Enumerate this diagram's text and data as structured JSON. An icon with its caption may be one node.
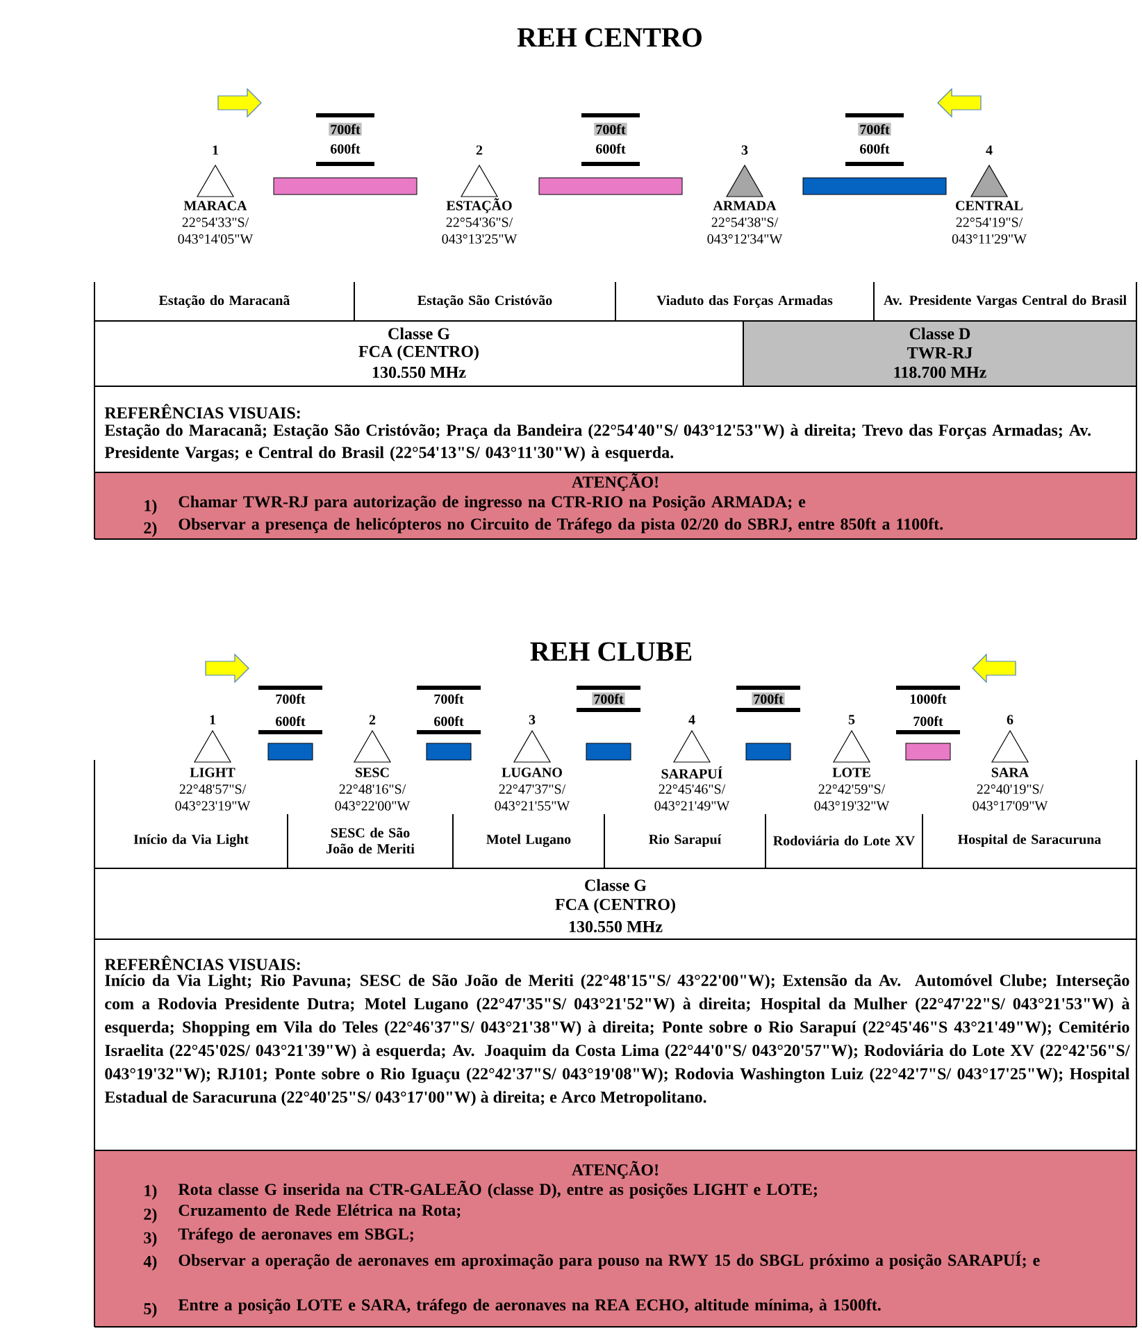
{
  "diagram": {
    "nodes": [
      {
        "text": [
          "1",
          "MARACA",
          "22°54'33\"S/ 043°14'05\"W"
        ]
      },
      {
        "text": [],
        "shape": "bar",
        "beside": [
          "700ft",
          "600ft"
        ]
      },
      {
        "text": [
          "2",
          "ESTAÇÃO",
          "22°54'36\"S/ 043°13'25\"W"
        ]
      },
      {
        "text": [],
        "shape": "bar",
        "beside": [
          "700ft",
          "600ft"
        ]
      },
      {
        "text": [
          "3",
          "ARMADA",
          "22°54'38\"S/ 043°12'34\"W"
        ]
      },
      {
        "text": [],
        "shape": "bar",
        "beside": [
          "700ft",
          "600ft"
        ]
      },
      {
        "text": [
          "4",
          "CENTRAL",
          "22°54'19\"S/ 043°11'29\"W"
        ]
      },
      {
        "text": [
          "1",
          "LIGHT",
          "22°48'57\"S/ 043°23'19\"W"
        ]
      },
      {
        "text": [],
        "shape": "bar",
        "beside": [
          "700ft",
          "600ft"
        ]
      },
      {
        "text": [
          "2",
          "SESC",
          "22°48'16\"S/ 043°22'00\"W"
        ]
      },
      {
        "text": [],
        "shape": "bar",
        "beside": [
          "700ft",
          "600ft"
        ]
      },
      {
        "text": [
          "3",
          "LUGANO",
          "22°47'37\"S/ 043°21'55\"W"
        ]
      },
      {
        "text": [],
        "shape": "bar",
        "beside": [
          "700ft"
        ]
      },
      {
        "text": [
          "4",
          "SARAPUÍ",
          "22°45'46\"S/ 043°21'49\"W"
        ]
      },
      {
        "text": [],
        "shape": "bar",
        "beside": [
          "700ft"
        ]
      },
      {
        "text": [
          "5",
          "LOTE",
          "22°42'59\"S/ 043°19'32\"W"
        ]
      },
      {
        "text": [],
        "shape": "bar",
        "beside": [
          "1000ft",
          "700ft"
        ]
      },
      {
        "text": [
          "6",
          "SARA",
          "22°40'19\"S/ 043°17'09\"W"
        ]
      }
    ],
    "labels": [
      "REH CENTRO",
      "Estação do Maracanã",
      "Estação São Cristóvão",
      "Viaduto das Forças Armadas",
      "Av. Presidente Vargas Central do Brasil",
      "Classe G",
      "FCA (CENTRO)",
      "130.550 MHz",
      "Classe D",
      "TWR-RJ",
      "118.700 MHz",
      "REFERÊNCIAS VISUAIS:",
      "Estação do Maracanã; Estação São Cristóvão; Praça da Bandeira (22°54'40\"S/ 043°12'53\"W) à direita; Trevo das Forças Armadas; Av. Presidente Vargas; e Central do Brasil (22°54'13\"S/ 043°11'30\"W) à esquerda.",
      "ATENÇÃO!",
      "1)",
      "Chamar TWR-RJ para autorização de ingresso na CTR-RIO na Posição ARMADA; e",
      "2)",
      "Observar a presença de helicópteros no Circuito de Tráfego da pista 02/20 do SBRJ, entre 850ft a 1100ft.",
      "REH CLUBE",
      "Início da Via Light",
      "SESC de São João de Meriti",
      "Motel Lugano",
      "Rio Sarapuí",
      "Rodoviária do Lote XV",
      "Hospital de Saracuruna",
      "Classe G",
      "FCA (CENTRO)",
      "130.550 MHz",
      "REFERÊNCIAS VISUAIS:",
      "Início da Via Light; Rio Pavuna; SESC de São João de Meriti (22°48'15\"S/ 43°22'00\"W); Extensão da Av. Automóvel Clube; Interseção com a Rodovia Presidente Dutra; Motel Lugano (22°47'35\"S/ 043°21'52\"W) à direita; Hospital da Mulher (22°47'22\"S/ 043°21'53\"W) à esquerda; Shopping em Vila do Teles (22°46'37\"S/ 043°21'38\"W) à direita; Ponte sobre o Rio Sarapuí (22°45'46\"S 43°21'49\"W); Cemitério Israelita (22°45'02S/ 043°21'39\"W) à esquerda; Av. Joaquim da Costa Lima (22°44'0\"S/ 043°20'57\"W); Rodoviária do Lote XV (22°42'56\"S/ 043°19'32\"W); RJ101; Ponte sobre o Rio Iguaçu (22°42'37\"S/ 043°19'08\"W); Rodovia Washington Luiz (22°42'7\"S/ 043°17'25\"W); Hospital Estadual de Saracuruna (22°40'25\"S/ 043°17'00\"W) à direita; e Arco Metropolitano.",
      "ATENÇÃO!",
      "1)",
      "Rota classe G inserida na CTR-GALEÃO (classe D), entre as posições LIGHT e LOTE;",
      "2)",
      "Cruzamento de Rede Elétrica na Rota;",
      "3)",
      "Tráfego de aeronaves em SBGL;",
      "4)",
      "Observar a operação de aeronaves em aproximação para pouso na RWY 15 do SBGL próximo a posição SARAPUÍ; e",
      "5)",
      "Entre a posição LOTE e SARA, tráfego de aeronaves na REA ECHO, altitude mínima, à 1500ft."
    ]
  }
}
